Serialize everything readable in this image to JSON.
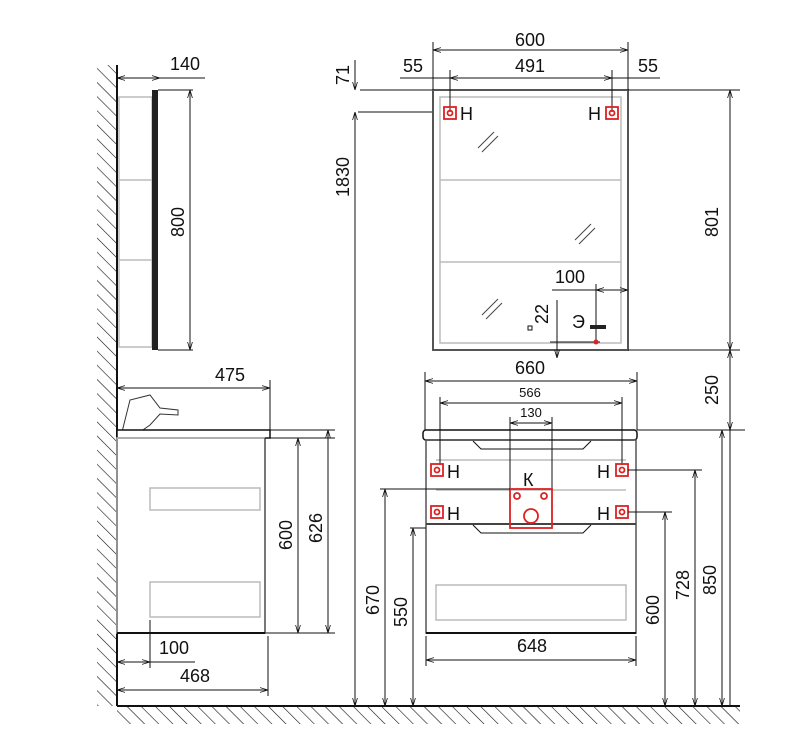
{
  "dims": {
    "side_mirror_depth": "140",
    "side_mirror_height": "800",
    "top_offset": "71",
    "mount_height": "1830",
    "mirror_width": "600",
    "left_margin": "55",
    "hole_spacing": "491",
    "right_margin": "55",
    "mirror_height": "801",
    "socket_offset": "100",
    "socket_height": "22",
    "gap": "250",
    "side_depth": "475",
    "cabinet_height_side": "600",
    "total_height_side": "626",
    "leg_offset": "100",
    "cabinet_depth": "468",
    "top_width": "660",
    "upper_hole_spacing": "566",
    "drain_width": "130",
    "drain_height": "670",
    "lower_hole_height": "550",
    "cabinet_height": "600",
    "upper_holes_height": "728",
    "top_height": "850",
    "cabinet_width": "648"
  },
  "labels": {
    "mount": "Н",
    "drain": "К",
    "power": "Э"
  },
  "colors": {
    "accent": "#dd2222"
  }
}
